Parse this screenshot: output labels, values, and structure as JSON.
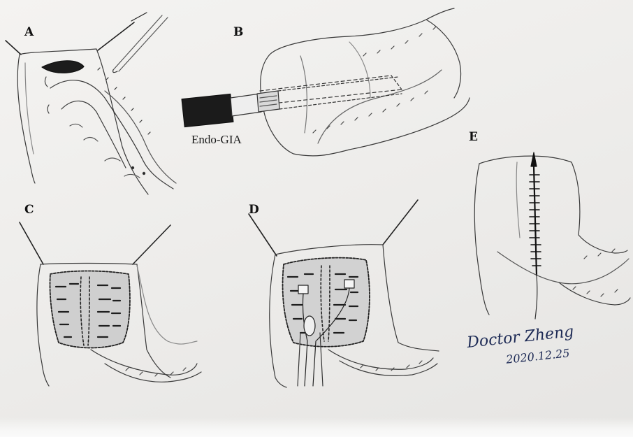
{
  "figure": {
    "panels": [
      {
        "id": "A",
        "label": "A"
      },
      {
        "id": "B",
        "label": "B",
        "instrument_label": "Endo-GIA"
      },
      {
        "id": "C",
        "label": "C"
      },
      {
        "id": "D",
        "label": "D"
      },
      {
        "id": "E",
        "label": "E"
      }
    ],
    "signature": {
      "name": "Doctor Zheng",
      "date": "2020.12.25"
    }
  }
}
